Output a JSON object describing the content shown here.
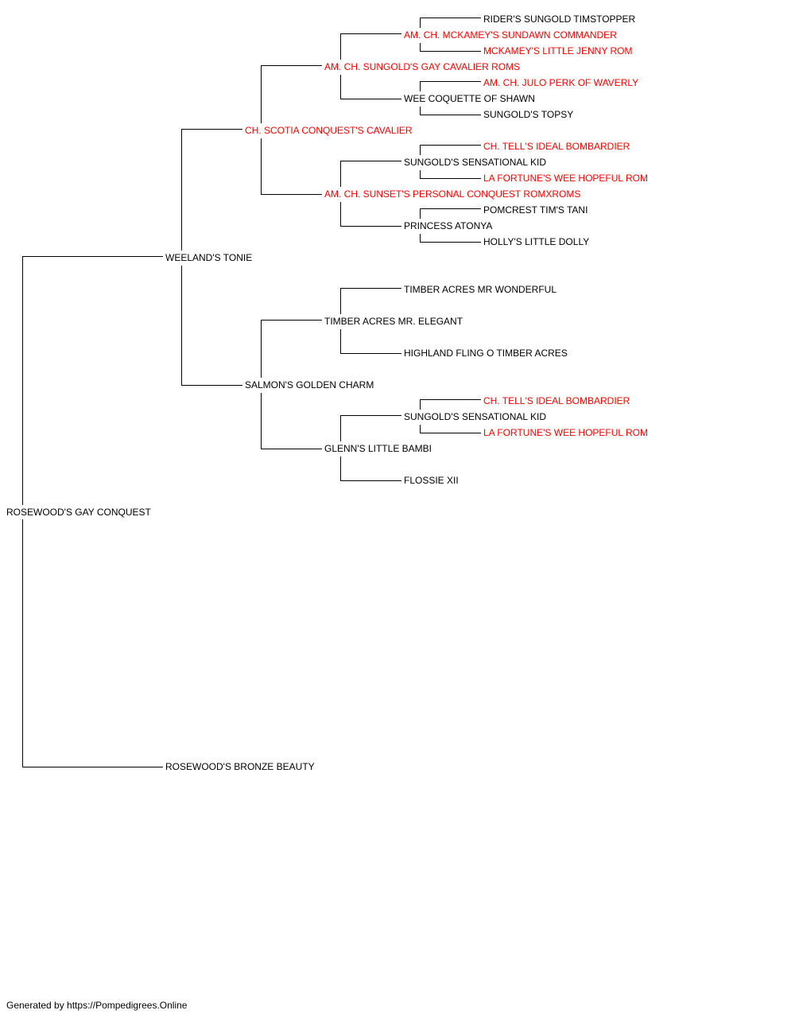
{
  "pedigree": {
    "subject": {
      "name": "ROSEWOOD'S GAY CONQUEST",
      "champion": false
    },
    "sire": {
      "name": "WEELAND'S TONIE",
      "champion": false
    },
    "dam": {
      "name": "ROSEWOOD'S BRONZE BEAUTY",
      "champion": false
    },
    "ss": {
      "name": "CH. SCOTIA CONQUEST'S CAVALIER",
      "champion": true
    },
    "sd": {
      "name": "SALMON'S GOLDEN CHARM",
      "champion": false
    },
    "sss": {
      "name": "AM. CH. SUNGOLD'S GAY CAVALIER ROMS",
      "champion": true
    },
    "ssd": {
      "name": "AM. CH. SUNSET'S PERSONAL CONQUEST ROMXROMS",
      "champion": true
    },
    "sds": {
      "name": "TIMBER ACRES MR. ELEGANT",
      "champion": false
    },
    "sdd": {
      "name": "GLENN'S LITTLE BAMBI",
      "champion": false
    },
    "ssss": {
      "name": "AM. CH. MCKAMEY'S SUNDAWN COMMANDER",
      "champion": true
    },
    "sssd": {
      "name": "WEE COQUETTE OF SHAWN",
      "champion": false
    },
    "ssds": {
      "name": "SUNGOLD'S SENSATIONAL KID",
      "champion": false
    },
    "ssdd": {
      "name": "PRINCESS ATONYA",
      "champion": false
    },
    "sdss": {
      "name": "TIMBER ACRES MR WONDERFUL",
      "champion": false
    },
    "sdsd": {
      "name": "HIGHLAND FLING O TIMBER ACRES",
      "champion": false
    },
    "sdds": {
      "name": "SUNGOLD'S SENSATIONAL KID",
      "champion": false
    },
    "sddd": {
      "name": "FLOSSIE XII",
      "champion": false
    },
    "sssss": {
      "name": "RIDER'S SUNGOLD TIMSTOPPER",
      "champion": false
    },
    "ssssd": {
      "name": "MCKAMEY'S LITTLE JENNY ROM",
      "champion": true
    },
    "sssds": {
      "name": "AM. CH. JULO PERK OF WAVERLY",
      "champion": true
    },
    "sssdd": {
      "name": "SUNGOLD'S TOPSY",
      "champion": false
    },
    "ssdss": {
      "name": "CH. TELL'S IDEAL BOMBARDIER",
      "champion": true
    },
    "ssdsd": {
      "name": "LA FORTUNE'S WEE HOPEFUL ROM",
      "champion": true
    },
    "ssdds": {
      "name": "POMCREST TIM'S TANI",
      "champion": false
    },
    "ssddd": {
      "name": "HOLLY'S LITTLE DOLLY",
      "champion": false
    },
    "sddss": {
      "name": "CH. TELL'S IDEAL BOMBARDIER",
      "champion": true
    },
    "sddsd": {
      "name": "LA FORTUNE'S WEE HOPEFUL ROM",
      "champion": true
    }
  },
  "footer": "Generated by https://Pompedigrees.Online",
  "colors": {
    "champion": "#ff0000",
    "normal": "#000000",
    "line": "#000000"
  }
}
